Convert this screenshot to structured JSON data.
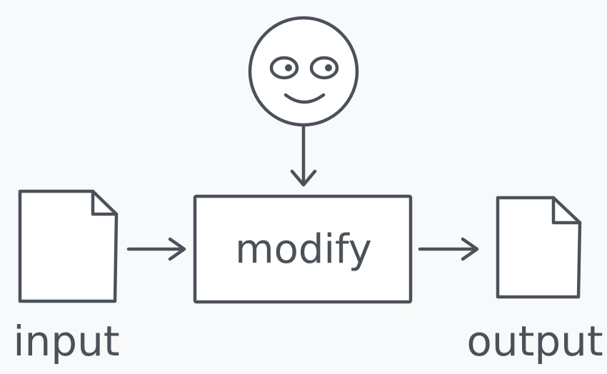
{
  "diagram": {
    "input_label": "input",
    "process_label": "modify",
    "output_label": "output"
  },
  "colors": {
    "stroke": "#4a5159",
    "background": "#f8f9fa",
    "fill": "#ffffff"
  },
  "icons": {
    "user": "smiley-face-icon",
    "input_doc": "document-icon",
    "output_doc": "document-icon"
  }
}
